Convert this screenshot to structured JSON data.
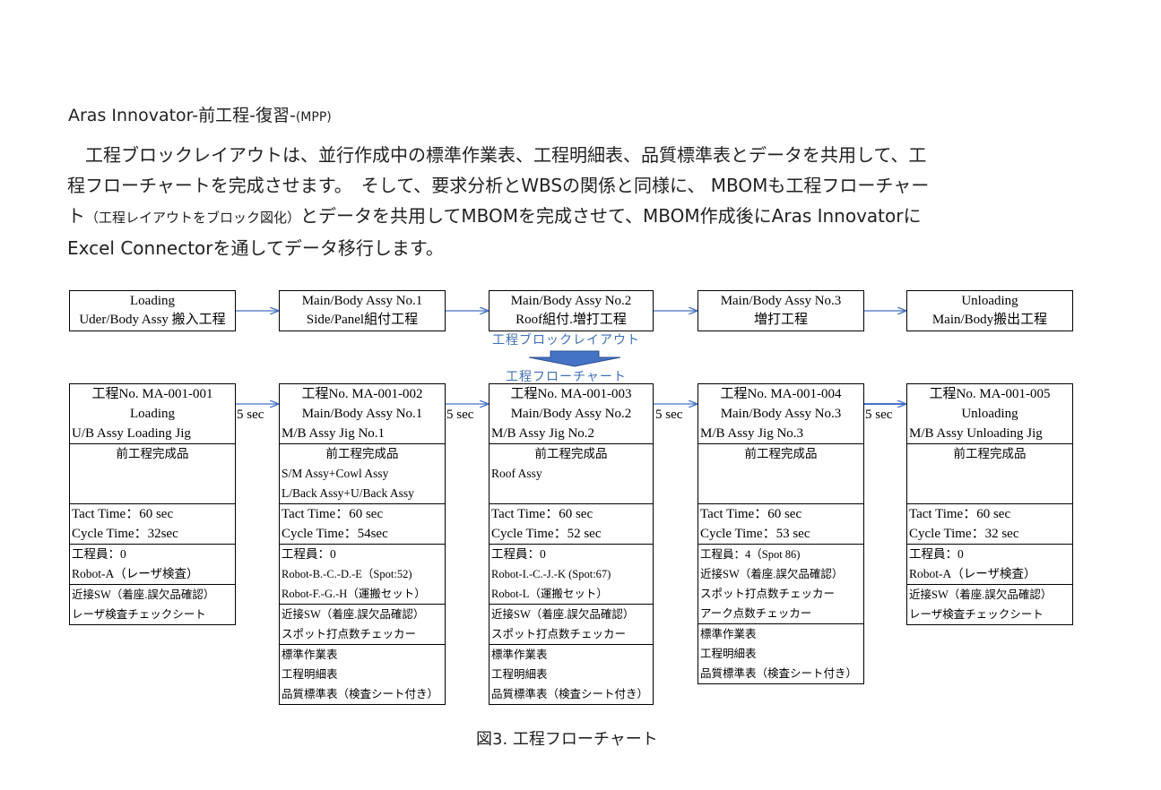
{
  "heading": {
    "main": "Aras Innovator-前工程-復習-",
    "suffix": "(MPP)"
  },
  "paragraph": {
    "line1": "　工程ブロックレイアウトは、並行作成中の標準作業表、工程明細表、品質標準表とデータを共用して、工",
    "line2": "程フローチャートを完成させます。　そして、要求分析とWBSの関係と同様に、 MBOMも工程フローチャー",
    "line3a": "ト",
    "line3b": "（工程レイアウトをブロック図化）",
    "line3c": "とデータを共用してMBOMを完成させて、MBOM作成後にAras Innovatorに",
    "line4": "Excel Connectorを通してデータ移行します。"
  },
  "layout_blocks": [
    {
      "line1": "Loading",
      "line2": "Uder/Body Assy 搬入工程"
    },
    {
      "line1": "Main/Body Assy No.1",
      "line2": "Side/Panel組付工程"
    },
    {
      "line1": "Main/Body Assy No.2",
      "line2": "Roof組付.増打工程"
    },
    {
      "line1": "Main/Body Assy No.3",
      "line2": "増打工程"
    },
    {
      "line1": "Unloading",
      "line2": "Main/Body搬出工程"
    }
  ],
  "transition_labels": {
    "layout": "工程ブロックレイアウト",
    "flowchart": "工程フローチャート"
  },
  "timings": [
    "5 sec",
    "5 sec",
    "5 sec",
    "5 sec"
  ],
  "processes": [
    {
      "no": "工程No. MA-001-001",
      "name": "Loading",
      "jig": "U/B Assy Loading Jig",
      "input_header": "前工程完成品",
      "inputs": [
        "",
        ""
      ],
      "tact": "Tact Time：60 sec",
      "cycle": "Cycle Time：32sec",
      "workers": "工程員：0",
      "robots": [
        "Robot-A（レーザ検査）"
      ],
      "checks": [
        "近接SW（着座.誤欠品確認）",
        "レーザ検査チェックシート"
      ],
      "docs": []
    },
    {
      "no": "工程No. MA-001-002",
      "name": "Main/Body Assy No.1",
      "jig": "M/B Assy Jig No.1",
      "input_header": "前工程完成品",
      "inputs": [
        "S/M Assy+Cowl Assy",
        "L/Back Assy+U/Back Assy"
      ],
      "tact": "Tact Time：60 sec",
      "cycle": "Cycle Time：54sec",
      "workers": "工程員：0",
      "robots": [
        "Robot-B.-C.-D.-E（Spot:52)",
        "Robot-F.-G.-H（運搬セット）"
      ],
      "checks": [
        "近接SW（着座.誤欠品確認）",
        "スポット打点数チェッカー"
      ],
      "docs": [
        "標準作業表",
        "工程明細表",
        "品質標準表（検査シート付き）"
      ]
    },
    {
      "no": "工程No. MA-001-003",
      "name": "Main/Body Assy No.2",
      "jig": "M/B Assy Jig No.2",
      "input_header": "前工程完成品",
      "inputs": [
        "Roof Assy",
        ""
      ],
      "tact": "Tact Time：60 sec",
      "cycle": "Cycle Time：52 sec",
      "workers": "工程員：0",
      "robots": [
        "Robot-I.-C.-J.-K (Spot:67)",
        "Robot-L（運搬セット）"
      ],
      "checks": [
        "近接SW（着座.誤欠品確認）",
        "スポット打点数チェッカー"
      ],
      "docs": [
        "標準作業表",
        "工程明細表",
        "品質標準表（検査シート付き）"
      ]
    },
    {
      "no": "工程No. MA-001-004",
      "name": "Main/Body Assy No.3",
      "jig": "M/B Assy Jig No.3",
      "input_header": "前工程完成品",
      "inputs": [
        "",
        ""
      ],
      "tact": "Tact Time：60 sec",
      "cycle": "Cycle Time：53 sec",
      "workers": "工程員：4（Spot 86)",
      "robots": [],
      "checks": [
        "近接SW（着座.誤欠品確認）",
        "スポット打点数チェッカー",
        "アーク点数チェッカー"
      ],
      "docs": [
        "標準作業表",
        "工程明細表",
        "品質標準表（検査シート付き）"
      ]
    },
    {
      "no": "工程No. MA-001-005",
      "name": "Unloading",
      "jig": "M/B Assy  Unloading Jig",
      "input_header": "前工程完成品",
      "inputs": [
        "",
        ""
      ],
      "tact": "Tact Time：60 sec",
      "cycle": "Cycle Time：32 sec",
      "workers": "工程員：0",
      "robots": [
        "Robot-A（レーザ検査）"
      ],
      "checks": [
        "近接SW（着座.誤欠品確認）",
        "レーザ検査チェックシート"
      ],
      "docs": []
    }
  ],
  "caption": "図3. 工程フローチャート",
  "colors": {
    "arrow": "#4472c4",
    "label": "#3f6fb6"
  }
}
